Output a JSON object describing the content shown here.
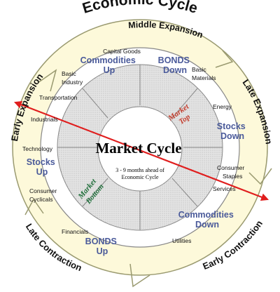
{
  "title": "Economic Cycle",
  "economic_phases": {
    "middle_expansion": "Middle Expansion",
    "late_expansion": "Late Expansion",
    "early_contraction": "Early Contraction",
    "late_contraction": "Late Contraction",
    "early_expansion": "Early Expansion"
  },
  "sectors": {
    "capital_goods": "Capital Goods",
    "basic_industry": "Basic Industry",
    "basic_materials": "Basic Materials",
    "transportation": "Transportation",
    "energy": "Energy",
    "industrials": "Industrials",
    "technology": "Technology",
    "consumer_staples": "Consumer Staples",
    "services": "Services",
    "consumer_cyclicals": "Consumer Cyclicals",
    "financials": "Financials",
    "utilities": "Utilities"
  },
  "assets": {
    "commodities_up": "Commodities Up",
    "bonds_down": "BONDS Down",
    "stocks_down": "Stocks Down",
    "commodities_down": "Commodities Down",
    "bonds_up": "BONDS Up",
    "stocks_up": "Stocks Up"
  },
  "market_cycle": {
    "title": "Market Cycle",
    "subtitle_line1": "3 - 9 months ahead of",
    "subtitle_line2": "Economic Cycle",
    "top": "Market Top",
    "bottom": "Market Bottom"
  },
  "colors": {
    "ring": "#fdf9da",
    "ring_stroke": "#9a9a70",
    "arrow": "#e01e1e",
    "blue_text": "#4a5a9a",
    "market_top": "#c43c2c",
    "market_bottom": "#1f6e3a",
    "hatch": "#d3d3d3"
  }
}
